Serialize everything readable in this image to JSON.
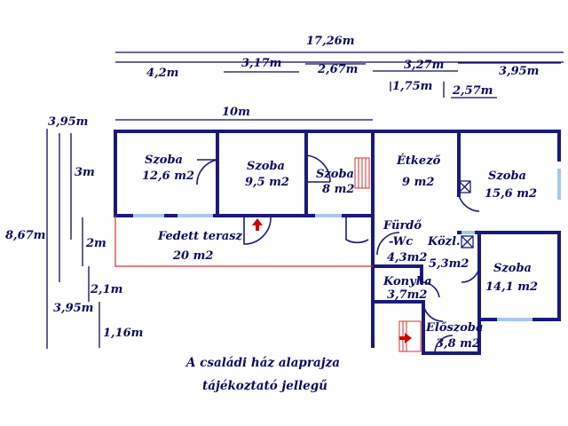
{
  "dimensions": {
    "total_width": "17,26m",
    "top": [
      "4,2m",
      "3,17m",
      "2,67m",
      "3,27m",
      "3,95m",
      "1,75m",
      "2,57m"
    ],
    "ten": "10m",
    "left": [
      "3,95m",
      "3m",
      "8,67m",
      "2m",
      "2,1m",
      "3,95m",
      "1,16m"
    ]
  },
  "rooms": [
    {
      "name": "Szoba",
      "area": "12,6 m2"
    },
    {
      "name": "Szoba",
      "area": "9,5 m2"
    },
    {
      "name": "Szoba",
      "area": "8 m2"
    },
    {
      "name": "Étkező",
      "area": "9 m2"
    },
    {
      "name": "Szoba",
      "area": "15,6 m2"
    },
    {
      "name": "Fedett terasz",
      "area": "20 m2"
    },
    {
      "name": "Fürdő",
      "area": "-Wc"
    },
    {
      "name": "Közl.",
      "area": "5,3m2"
    },
    {
      "name": "Szoba",
      "area": "14,1 m2"
    },
    {
      "name": "Konyha",
      "area": "3,7m2"
    },
    {
      "name": "Előszoba",
      "area": "3,8 m2"
    }
  ],
  "bath_area": "4,3m2",
  "caption": [
    "A családi ház alaprajza",
    "tájékoztató jellegű"
  ],
  "colors": {
    "wall": "#1a1a7a",
    "line": "#0a0a60",
    "window": "#a8c8e8",
    "terrace": "#cc3333",
    "arrow": "#cc0000"
  }
}
